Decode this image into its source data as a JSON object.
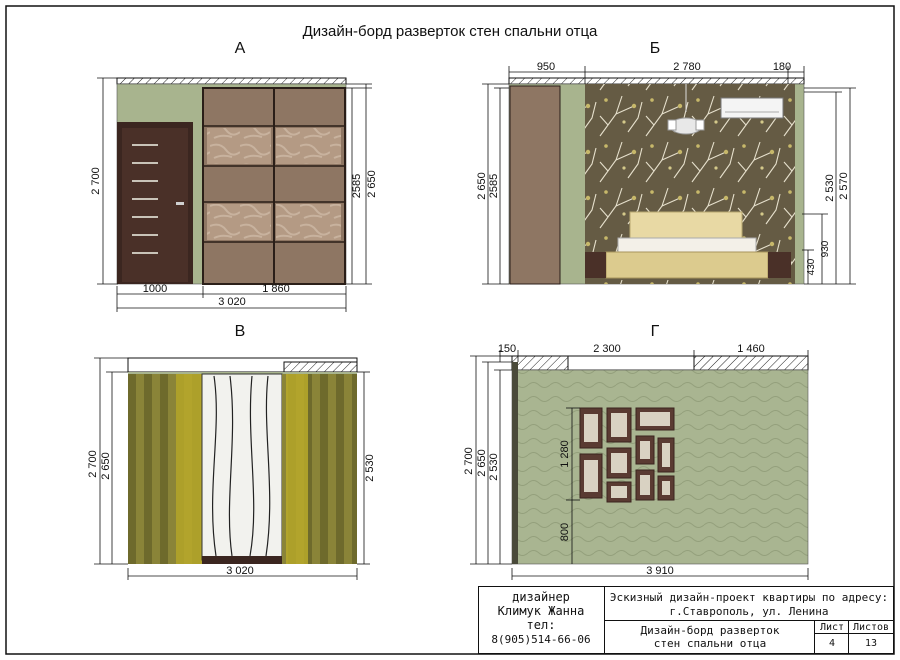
{
  "title": "Дизайн-борд разверток стен спальни отца",
  "views": {
    "a": {
      "label": "А",
      "dims": {
        "height_total": "2 700",
        "height_clear": "2 650",
        "wardrobe_height": "2585",
        "door_width": "1000",
        "wardrobe_width": "1 860",
        "total_width": "3 020"
      }
    },
    "b": {
      "label": "Б",
      "dims": {
        "top_left": "950",
        "top_mid": "2 780",
        "top_right": "180",
        "left_outer": "2 650",
        "left_inner": "2585",
        "right_1": "2 530",
        "right_2": "2 570",
        "small_1": "430",
        "small_2": "930"
      }
    },
    "v": {
      "label": "В",
      "dims": {
        "left_outer": "2 700",
        "left_inner": "2 650",
        "right": "2 530",
        "bottom": "3 020"
      }
    },
    "g": {
      "label": "Г",
      "dims": {
        "top_left": "150",
        "top_mid": "2 300",
        "top_right": "1 460",
        "left_1": "2 700",
        "left_2": "2 650",
        "left_3": "2 530",
        "frames_height": "1 280",
        "frames_offset": "800",
        "bottom": "3 910"
      }
    }
  },
  "stamp": {
    "designer_role": "дизайнер",
    "designer_name": "Климук Жанна",
    "phone_label": "тел:",
    "phone": "8(905)514-66-06",
    "project_line1": "Эскизный дизайн-проект  квартиры по адресу:",
    "project_line2": "г.Ставрополь, ул. Ленина",
    "sheet_title_line1": "Дизайн-борд разверток",
    "sheet_title_line2": "стен спальни отца",
    "sheet_label": "Лист",
    "sheet_number": "4",
    "sheets_label": "Листов",
    "sheets_total": "13"
  },
  "colors": {
    "wall_green": "#a8b48e",
    "wallpaper_dark": "#6b6147",
    "wardrobe_brown": "#8e7663",
    "door_dark": "#3b2620",
    "curtain_olive": "#7a7430",
    "curtain_yellow": "#b8a92a"
  }
}
